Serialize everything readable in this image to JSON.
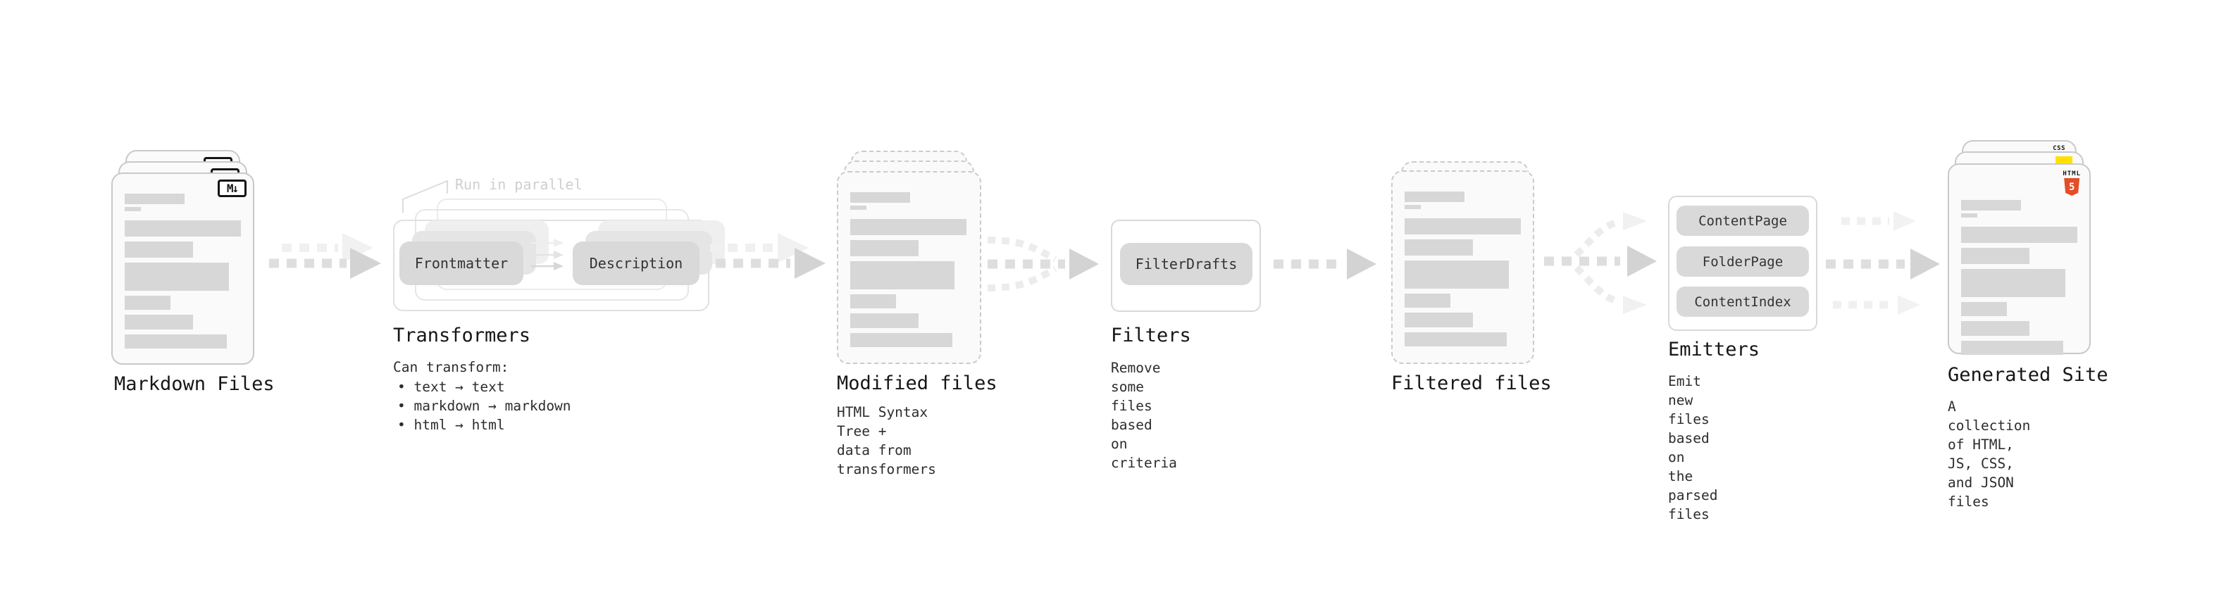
{
  "stations": {
    "markdown": {
      "label": "Markdown Files",
      "file_badge": "M↓"
    },
    "transformers": {
      "label": "Transformers",
      "callout": "Run in parallel",
      "button_frontmatter": "Frontmatter",
      "button_description": "Description",
      "desc_title": "Can transform:",
      "bullets": [
        "• text → text",
        "• markdown → markdown",
        "• html → html"
      ]
    },
    "modified": {
      "label": "Modified files",
      "desc": "HTML Syntax Tree +\ndata from transformers"
    },
    "filters": {
      "label": "Filters",
      "button_filterdrafts": "FilterDrafts",
      "desc": "Remove some files based\non criteria"
    },
    "filtered": {
      "label": "Filtered files"
    },
    "emitters": {
      "label": "Emitters",
      "buttons": [
        "ContentPage",
        "FolderPage",
        "ContentIndex"
      ],
      "desc": "Emit new files based on\nthe parsed files"
    },
    "generated": {
      "label": "Generated Site",
      "badge_css": "CSS",
      "badge_html_label": "HTML",
      "badge_html_number": "5",
      "desc": "A collection of HTML,\nJS, CSS, and JSON files"
    }
  },
  "colors": {
    "background": "#ffffff",
    "card_fill": "#fafafa",
    "card_border": "#c9c9c9",
    "placeholder_bar": "#d7d7d7",
    "pill_fill": "#d9d9d9",
    "arrow_main": "#dedede",
    "arrow_head": "#d3d3d3",
    "arrow_ghost": "#f0f0f0",
    "label_text": "#161616",
    "callout_text": "#cfcfcf",
    "html5_orange": "#e44d26",
    "js_yellow": "#ffe000",
    "css_blue": "#2f6bff"
  }
}
